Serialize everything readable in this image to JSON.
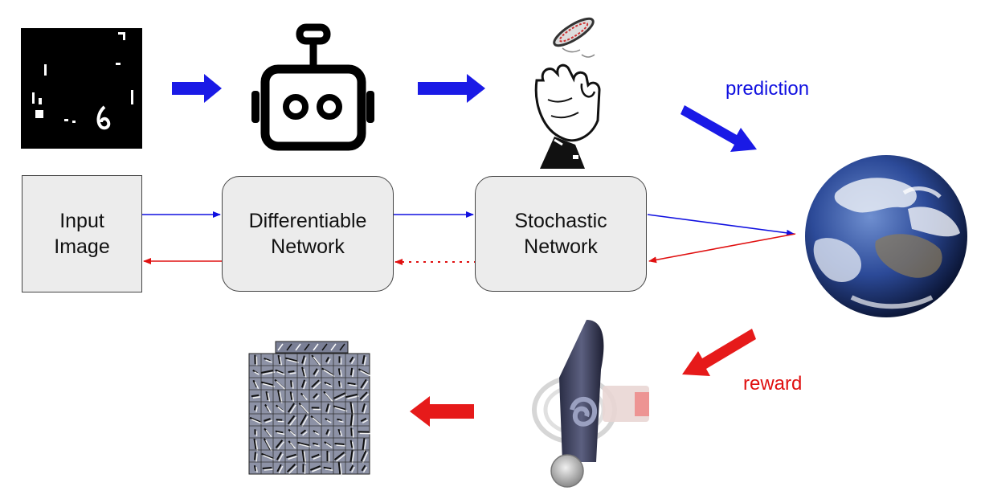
{
  "boxes": {
    "input_image": "Input\nImage",
    "differentiable_network": "Differentiable\nNetwork",
    "stochastic_network": "Stochastic\nNetwork"
  },
  "labels": {
    "prediction": "prediction",
    "reward": "reward"
  },
  "colors": {
    "forward": "#1010e0",
    "backward": "#e01010",
    "box_fill": "#ececec",
    "block_arrow_blue": "#1a1ae6",
    "block_arrow_red": "#e61a1a"
  },
  "icons": {
    "input_image": "mnist-glimpse-image",
    "robot": "robot-icon",
    "coin_flip": "coin-flip-hand-icon",
    "earth": "earth-globe-icon",
    "gavel": "gavel-reward-icon",
    "filters": "learned-filters-grid-icon"
  }
}
